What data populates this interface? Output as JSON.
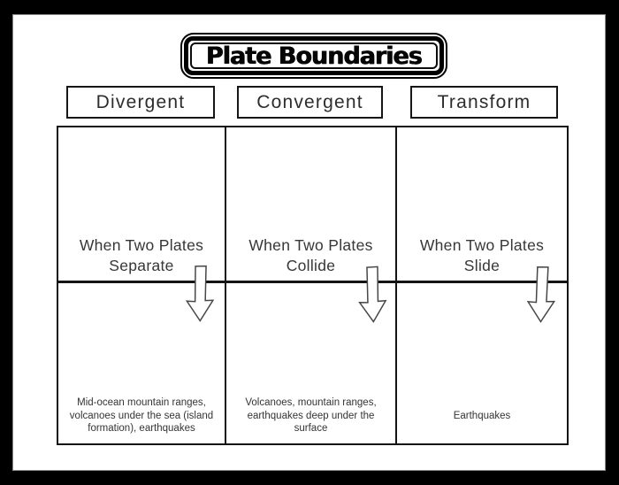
{
  "title": "Plate Boundaries",
  "columns": [
    {
      "header": "Divergent",
      "cause_line1": "When Two Plates",
      "cause_line2": "Separate",
      "effect": "Mid-ocean mountain ranges, volcanoes under the sea (island formation), earthquakes"
    },
    {
      "header": "Convergent",
      "cause_line1": "When Two Plates",
      "cause_line2": "Collide",
      "effect": "Volcanoes, mountain ranges, earthquakes deep under the surface"
    },
    {
      "header": "Transform",
      "cause_line1": "When Two Plates",
      "cause_line2": "Slide",
      "effect": "Earthquakes"
    }
  ],
  "icons": {
    "arrow": "down-block-arrow"
  },
  "colors": {
    "frame": "#000000",
    "paper": "#ffffff",
    "line": "#141414",
    "text": "#343434"
  }
}
